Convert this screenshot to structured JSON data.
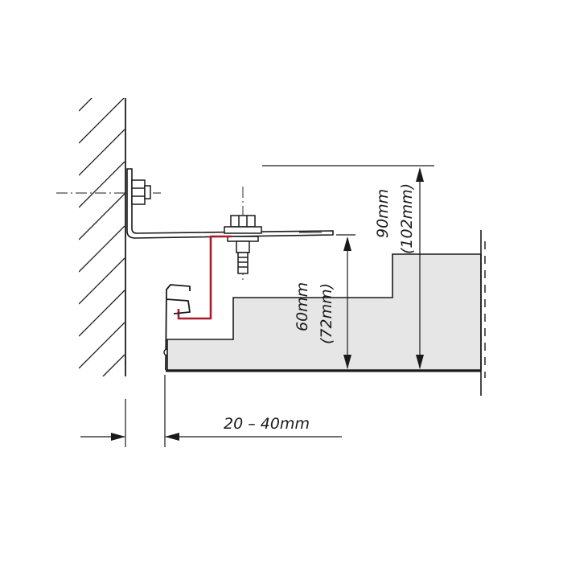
{
  "dimensions": {
    "width_label": "20 – 40mm",
    "height_small": "60mm",
    "height_small_alt": "(72mm)",
    "height_large": "90mm",
    "height_large_alt": "(102mm)"
  },
  "colors": {
    "line": "#1a1a1a",
    "clip": "#b0182a",
    "panel_fill": "#e6e6e6",
    "background": "#ffffff"
  }
}
